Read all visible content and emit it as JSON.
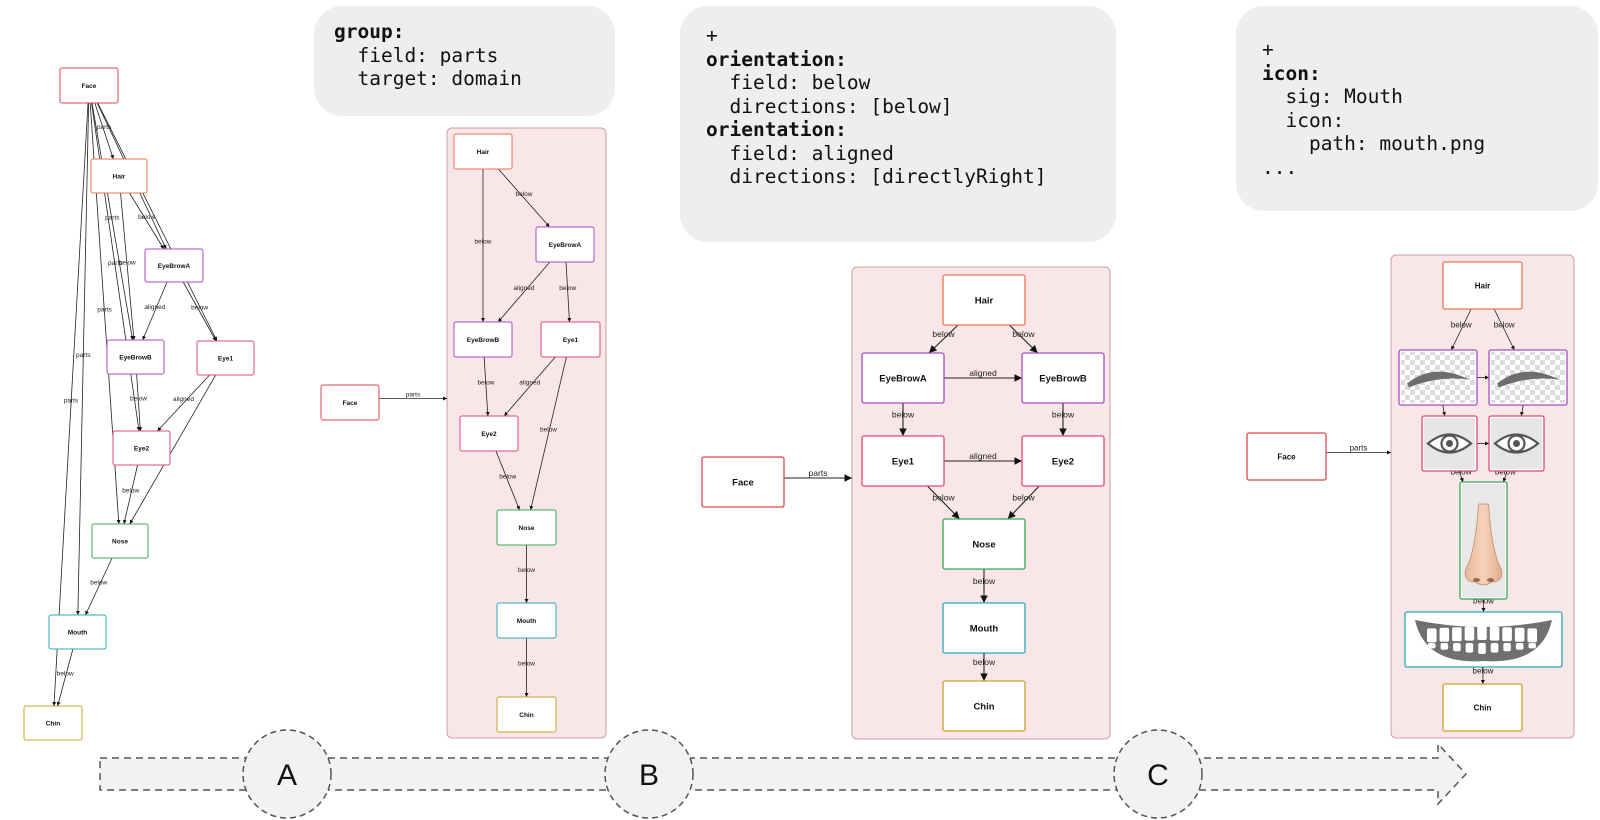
{
  "code_boxes": [
    {
      "id": "group",
      "lines": [
        {
          "kw": "group:",
          "text": ""
        },
        {
          "kw": "",
          "text": "  field: parts"
        },
        {
          "kw": "",
          "text": "  target: domain"
        }
      ]
    },
    {
      "id": "orientation",
      "lines": [
        {
          "kw": "",
          "text": "+"
        },
        {
          "kw": "orientation:",
          "text": ""
        },
        {
          "kw": "",
          "text": "  field: below"
        },
        {
          "kw": "",
          "text": "  directions: [below]"
        },
        {
          "kw": "orientation:",
          "text": ""
        },
        {
          "kw": "",
          "text": "  field: aligned"
        },
        {
          "kw": "",
          "text": "  directions: [directlyRight]"
        }
      ]
    },
    {
      "id": "icon",
      "lines": [
        {
          "kw": "",
          "text": "+"
        },
        {
          "kw": "icon:",
          "text": ""
        },
        {
          "kw": "",
          "text": "  sig: Mouth"
        },
        {
          "kw": "",
          "text": "  icon:"
        },
        {
          "kw": "",
          "text": "    path: mouth.png"
        },
        {
          "kw": "",
          "text": "..."
        }
      ]
    }
  ],
  "colors": {
    "Face": "#e0474c",
    "Hair": "#f07350",
    "EyeBrowA": "#a44dc4",
    "EyeBrowB": "#a44dc4",
    "Eye1": "#e0487a",
    "Eye2": "#e0487a",
    "Nose": "#34a853",
    "Mouth": "#2aa8b8",
    "Chin": "#c9a227",
    "group_fill": "#f9e6e8",
    "group_stroke": "#c9a0a4",
    "code_bg": "#eeeeee"
  },
  "edge_labels": {
    "parts": "parts",
    "below": "below",
    "aligned": "aligned"
  },
  "stages": [
    "A",
    "B",
    "C"
  ],
  "graphs": {
    "g1": {
      "nodes": [
        {
          "id": "Face",
          "label": "Face"
        },
        {
          "id": "Hair",
          "label": "Hair"
        },
        {
          "id": "EyeBrowA",
          "label": "EyeBrowA"
        },
        {
          "id": "EyeBrowB",
          "label": "EyeBrowB"
        },
        {
          "id": "Eye1",
          "label": "Eye1"
        },
        {
          "id": "Eye2",
          "label": "Eye2"
        },
        {
          "id": "Nose",
          "label": "Nose"
        },
        {
          "id": "Mouth",
          "label": "Mouth"
        },
        {
          "id": "Chin",
          "label": "Chin"
        }
      ],
      "edges": [
        {
          "from": "Face",
          "to": "Hair",
          "label": "parts"
        },
        {
          "from": "Face",
          "to": "EyeBrowA",
          "label": "parts"
        },
        {
          "from": "Face",
          "to": "EyeBrowB",
          "label": "parts"
        },
        {
          "from": "Face",
          "to": "Eye1",
          "label": ""
        },
        {
          "from": "Face",
          "to": "Eye2",
          "label": "parts"
        },
        {
          "from": "Face",
          "to": "Nose",
          "label": "parts"
        },
        {
          "from": "Face",
          "to": "Mouth",
          "label": "parts"
        },
        {
          "from": "Face",
          "to": "Chin",
          "label": "parts"
        },
        {
          "from": "Hair",
          "to": "EyeBrowA",
          "label": "below"
        },
        {
          "from": "Hair",
          "to": "EyeBrowB",
          "label": "below"
        },
        {
          "from": "EyeBrowA",
          "to": "EyeBrowB",
          "label": "aligned"
        },
        {
          "from": "EyeBrowA",
          "to": "Eye1",
          "label": "below"
        },
        {
          "from": "EyeBrowB",
          "to": "Eye2",
          "label": "below"
        },
        {
          "from": "Eye1",
          "to": "Eye2",
          "label": "aligned"
        },
        {
          "from": "Eye1",
          "to": "Nose",
          "label": ""
        },
        {
          "from": "Eye2",
          "to": "Nose",
          "label": "below"
        },
        {
          "from": "Nose",
          "to": "Mouth",
          "label": "below"
        },
        {
          "from": "Mouth",
          "to": "Chin",
          "label": "below"
        }
      ]
    },
    "g2": {
      "nodes": [
        {
          "id": "Face",
          "label": "Face"
        },
        {
          "id": "Hair",
          "label": "Hair"
        },
        {
          "id": "EyeBrowA",
          "label": "EyeBrowA"
        },
        {
          "id": "EyeBrowB",
          "label": "EyeBrowB"
        },
        {
          "id": "Eye1",
          "label": "Eye1"
        },
        {
          "id": "Eye2",
          "label": "Eye2"
        },
        {
          "id": "Nose",
          "label": "Nose"
        },
        {
          "id": "Mouth",
          "label": "Mouth"
        },
        {
          "id": "Chin",
          "label": "Chin"
        }
      ],
      "edges": [
        {
          "from": "Face",
          "to": "group",
          "label": "parts"
        },
        {
          "from": "Hair",
          "to": "EyeBrowA",
          "label": "below"
        },
        {
          "from": "Hair",
          "to": "EyeBrowB",
          "label": "below"
        },
        {
          "from": "EyeBrowA",
          "to": "EyeBrowB",
          "label": "aligned"
        },
        {
          "from": "EyeBrowA",
          "to": "Eye1",
          "label": "below"
        },
        {
          "from": "EyeBrowB",
          "to": "Eye2",
          "label": "below"
        },
        {
          "from": "Eye1",
          "to": "Eye2",
          "label": "aligned"
        },
        {
          "from": "Eye1",
          "to": "Nose",
          "label": "below"
        },
        {
          "from": "Eye2",
          "to": "Nose",
          "label": "below"
        },
        {
          "from": "Nose",
          "to": "Mouth",
          "label": "below"
        },
        {
          "from": "Mouth",
          "to": "Chin",
          "label": "below"
        }
      ]
    },
    "g3": {
      "nodes": [
        {
          "id": "Face",
          "label": "Face"
        },
        {
          "id": "Hair",
          "label": "Hair"
        },
        {
          "id": "EyeBrowA",
          "label": "EyeBrowA"
        },
        {
          "id": "EyeBrowB",
          "label": "EyeBrowB"
        },
        {
          "id": "Eye1",
          "label": "Eye1"
        },
        {
          "id": "Eye2",
          "label": "Eye2"
        },
        {
          "id": "Nose",
          "label": "Nose"
        },
        {
          "id": "Mouth",
          "label": "Mouth"
        },
        {
          "id": "Chin",
          "label": "Chin"
        }
      ],
      "edges": [
        {
          "from": "Face",
          "to": "group",
          "label": "parts"
        },
        {
          "from": "Hair",
          "to": "EyeBrowA",
          "label": "below"
        },
        {
          "from": "Hair",
          "to": "EyeBrowB",
          "label": "below"
        },
        {
          "from": "EyeBrowA",
          "to": "EyeBrowB",
          "label": "aligned"
        },
        {
          "from": "EyeBrowA",
          "to": "Eye1",
          "label": "below"
        },
        {
          "from": "EyeBrowB",
          "to": "Eye2",
          "label": "below"
        },
        {
          "from": "Eye1",
          "to": "Eye2",
          "label": "aligned"
        },
        {
          "from": "Eye1",
          "to": "Nose",
          "label": "below"
        },
        {
          "from": "Eye2",
          "to": "Nose",
          "label": "below"
        },
        {
          "from": "Nose",
          "to": "Mouth",
          "label": "below"
        },
        {
          "from": "Mouth",
          "to": "Chin",
          "label": "below"
        }
      ]
    },
    "g4": {
      "nodes": [
        {
          "id": "Face",
          "label": "Face",
          "icon": ""
        },
        {
          "id": "Hair",
          "label": "Hair",
          "icon": ""
        },
        {
          "id": "EyeBrowA",
          "label": "",
          "icon": "eyebrow-icon"
        },
        {
          "id": "EyeBrowB",
          "label": "",
          "icon": "eyebrow-icon"
        },
        {
          "id": "Eye1",
          "label": "",
          "icon": "eye-icon"
        },
        {
          "id": "Eye2",
          "label": "",
          "icon": "eye-icon"
        },
        {
          "id": "Nose",
          "label": "",
          "icon": "nose-icon"
        },
        {
          "id": "Mouth",
          "label": "",
          "icon": "mouth-icon"
        },
        {
          "id": "Chin",
          "label": "Chin",
          "icon": ""
        }
      ],
      "edges": [
        {
          "from": "Face",
          "to": "group",
          "label": "parts"
        },
        {
          "from": "Hair",
          "to": "EyeBrowA",
          "label": "below"
        },
        {
          "from": "Hair",
          "to": "EyeBrowB",
          "label": "below"
        },
        {
          "from": "EyeBrowA",
          "to": "EyeBrowB",
          "label": ""
        },
        {
          "from": "EyeBrowA",
          "to": "Eye1",
          "label": ""
        },
        {
          "from": "EyeBrowB",
          "to": "Eye2",
          "label": ""
        },
        {
          "from": "Eye1",
          "to": "Eye2",
          "label": ""
        },
        {
          "from": "Eye1",
          "to": "Nose",
          "label": "below"
        },
        {
          "from": "Eye2",
          "to": "Nose",
          "label": "below"
        },
        {
          "from": "Nose",
          "to": "Mouth",
          "label": "below"
        },
        {
          "from": "Mouth",
          "to": "Chin",
          "label": "below"
        }
      ]
    }
  }
}
